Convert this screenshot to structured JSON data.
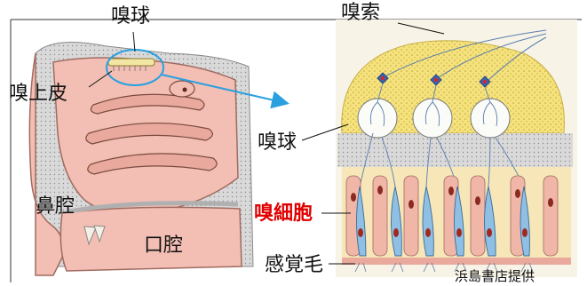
{
  "labels": {
    "olfactory_bulb_top": "嗅球",
    "olfactory_epithelium": "嗅上皮",
    "nasal_cavity": "鼻腔",
    "oral_cavity": "口腔",
    "olfactory_nerve": "嗅索",
    "olfactory_bulb_detail": "嗅球",
    "olfactory_cell": "嗅細胞",
    "olfactory_cilia": "感覚毛",
    "credit": "浜島書店提供"
  },
  "colors": {
    "highlight": "#e00000",
    "magnify_circle": "#2aa0e0",
    "tissue_pink": "#f3bfb5",
    "bone_gray": "#cfcfcf",
    "bulb_yellow": "#f6e27c",
    "cell_blue": "#8fc0e4",
    "cell_pink": "#f0b7a8"
  }
}
